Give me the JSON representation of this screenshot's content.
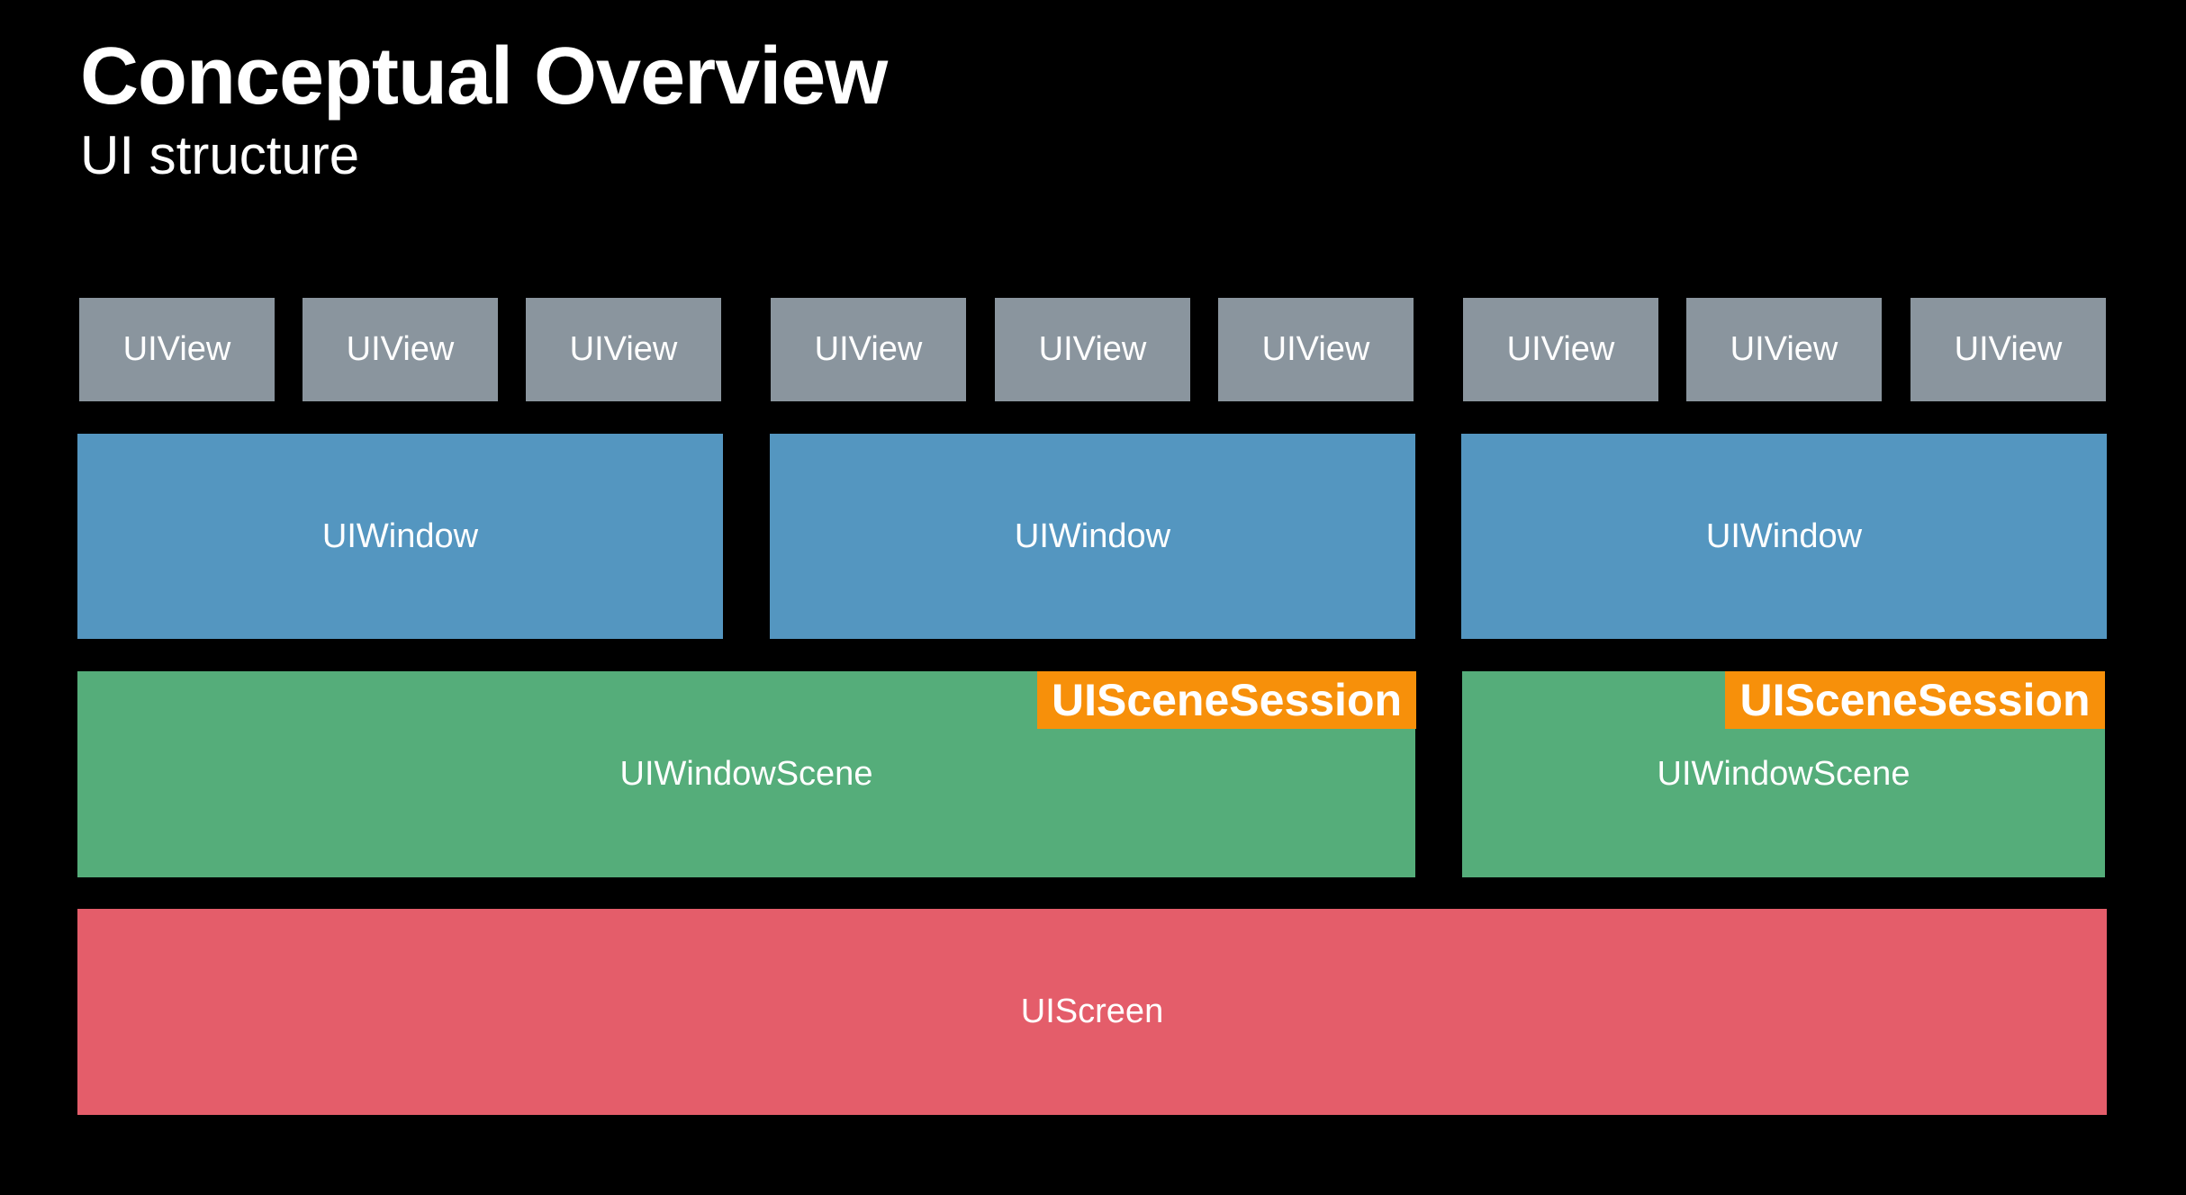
{
  "header": {
    "title": "Conceptual Overview",
    "subtitle": "UI structure"
  },
  "diagram": {
    "views": [
      "UIView",
      "UIView",
      "UIView",
      "UIView",
      "UIView",
      "UIView",
      "UIView",
      "UIView",
      "UIView"
    ],
    "windows": [
      "UIWindow",
      "UIWindow",
      "UIWindow"
    ],
    "scenes": [
      "UIWindowScene",
      "UIWindowScene"
    ],
    "sessions": [
      "UISceneSession",
      "UISceneSession"
    ],
    "screen": "UIScreen"
  },
  "colors": {
    "background": "#000000",
    "view": "#8a959e",
    "window": "#5496c0",
    "scene": "#55ad7a",
    "session": "#f7900a",
    "screen": "#e45d6a"
  }
}
